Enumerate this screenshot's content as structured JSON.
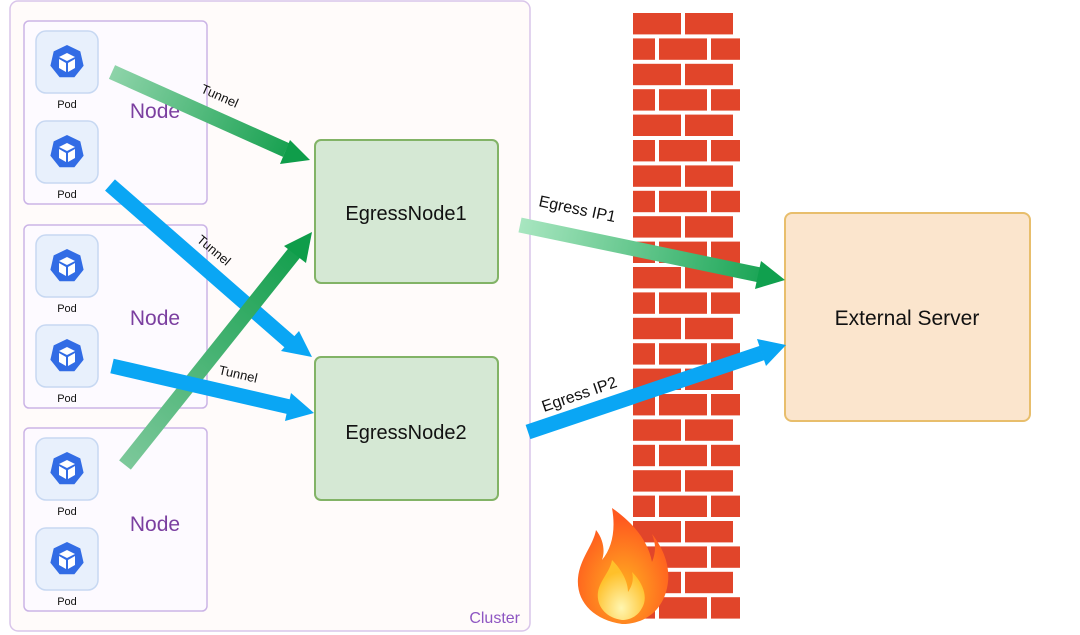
{
  "cluster": {
    "label": "Cluster"
  },
  "nodes": [
    {
      "label": "Node",
      "pods": [
        {
          "label": "Pod"
        },
        {
          "label": "Pod"
        }
      ]
    },
    {
      "label": "Node",
      "pods": [
        {
          "label": "Pod"
        },
        {
          "label": "Pod"
        }
      ]
    },
    {
      "label": "Node",
      "pods": [
        {
          "label": "Pod"
        },
        {
          "label": "Pod"
        }
      ]
    }
  ],
  "egress_nodes": [
    {
      "label": "EgressNode1"
    },
    {
      "label": "EgressNode2"
    }
  ],
  "external_server": {
    "label": "External Server"
  },
  "tunnel_labels": [
    "Tunnel",
    "Tunnel",
    "Tunnel"
  ],
  "egress_ips": [
    "Egress IP1",
    "Egress IP2"
  ],
  "icons": {
    "pod_icon": "kubernetes-pod-icon",
    "fire_icon": "fire-icon",
    "firewall": "brick-wall"
  },
  "colors": {
    "node_text": "#7b3fa0",
    "cluster_text": "#8e56c2",
    "green_arrow": "#1aa251",
    "blue_arrow": "#0aa6f4",
    "egress_box_fill": "#d5e8d4",
    "egress_box_stroke": "#82b366",
    "server_fill": "#fbe5cd",
    "server_stroke": "#e8be6c",
    "brick": "#e1452a"
  }
}
